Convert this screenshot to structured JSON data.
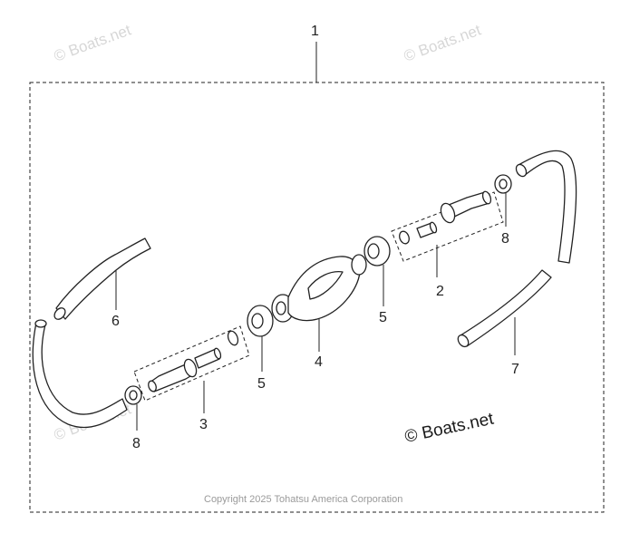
{
  "diagram": {
    "callouts": {
      "c1": "1",
      "c2": "2",
      "c3": "3",
      "c4": "4",
      "c5a": "5",
      "c5b": "5",
      "c6": "6",
      "c7": "7",
      "c8a": "8",
      "c8b": "8"
    },
    "watermarks": {
      "top_left": "© Boats.net",
      "top_right": "© Boats.net",
      "bottom_left": "© Boats.net",
      "main": "© Boats.net"
    },
    "copyright": "Copyright 2025 Tohatsu America Corporation"
  }
}
